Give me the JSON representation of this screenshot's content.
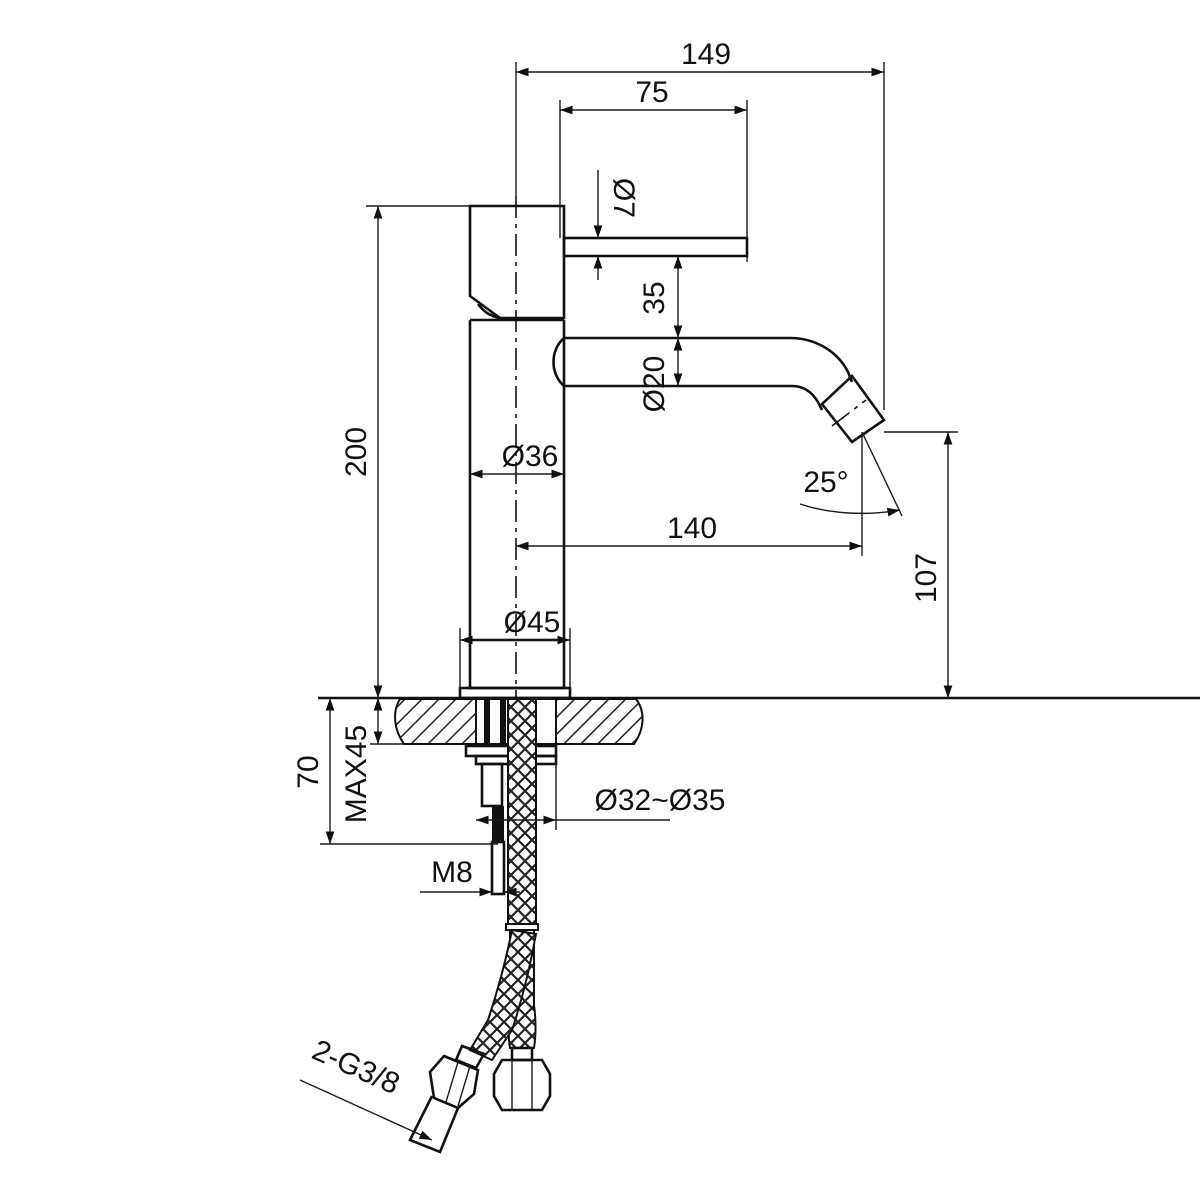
{
  "drawing": {
    "labels": {
      "total_projection": "149",
      "handle_length": "75",
      "handle_diameter": "Ø7",
      "handle_to_spout": "35",
      "spout_diameter": "Ø20",
      "body_diameter": "Ø36",
      "spout_angle": "25°",
      "spout_reach": "140",
      "total_height": "200",
      "outlet_height": "107",
      "base_diameter": "Ø45",
      "hole_diameter": "Ø32~Ø35",
      "stud_length": "70",
      "max_thickness": "MAX45",
      "stud_thread": "M8",
      "hose_connection": "2-G3/8"
    }
  }
}
